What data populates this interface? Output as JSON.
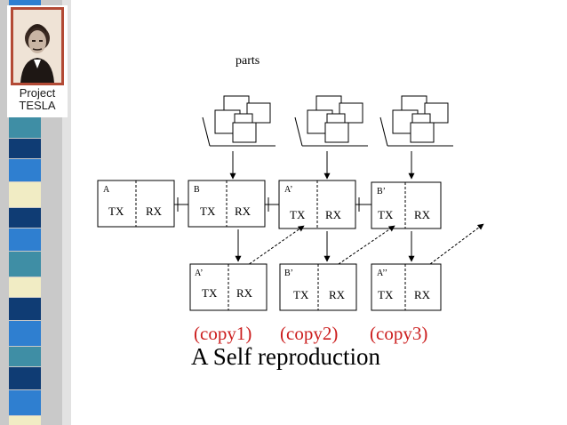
{
  "logo": {
    "line1": "Project",
    "line2": "TESLA"
  },
  "diagram": {
    "parts_label": "parts",
    "top_row": [
      {
        "name": "A",
        "tx": "TX",
        "rx": "RX"
      },
      {
        "name": "B",
        "tx": "TX",
        "rx": "RX"
      },
      {
        "name": "A’",
        "tx": "TX",
        "rx": "RX"
      },
      {
        "name": "B’",
        "tx": "TX",
        "rx": "RX"
      }
    ],
    "bottom_row": [
      {
        "name": "A’",
        "tx": "TX",
        "rx": "RX"
      },
      {
        "name": "B’",
        "tx": "TX",
        "rx": "RX"
      },
      {
        "name": "A’’",
        "tx": "TX",
        "rx": "RX"
      }
    ],
    "copies": [
      "(copy1)",
      "(copy2)",
      "(copy3)"
    ],
    "caption": "A Self reproduction"
  },
  "colors": {
    "copy_label": "#cc1f1f",
    "logo_frame": "#b34a35",
    "stripe_blue": "#2f7fd0",
    "stripe_navy": "#0f3c74",
    "stripe_cream": "#f1ecc4",
    "stripe_teal": "#3f8ea5"
  }
}
